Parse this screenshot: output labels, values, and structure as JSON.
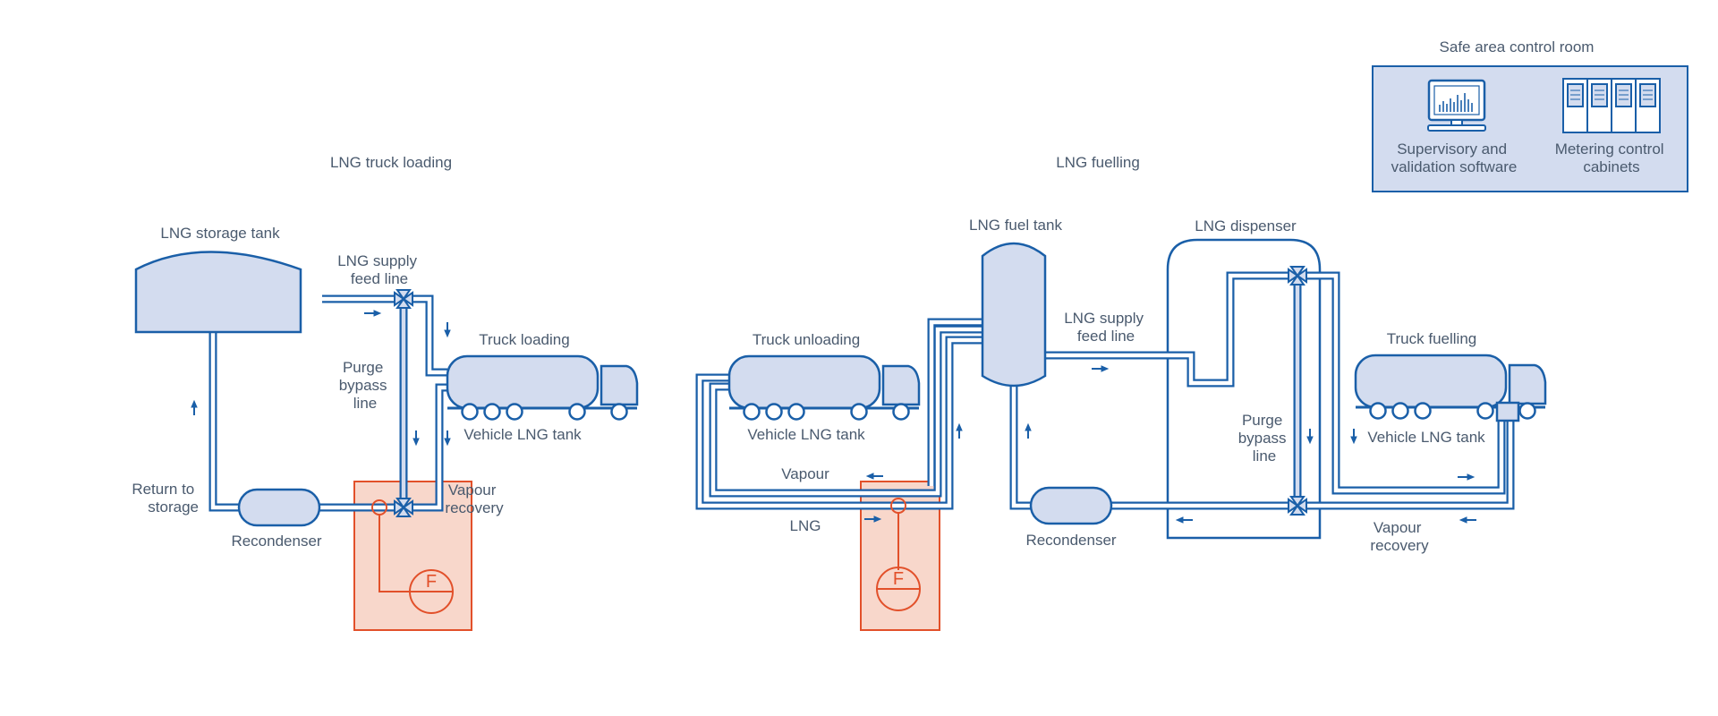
{
  "sections": {
    "truck_loading": "LNG truck loading",
    "fuelling": "LNG fuelling"
  },
  "control_room": {
    "title": "Safe area control room",
    "software_line1": "Supervisory and",
    "software_line2": "validation software",
    "cabinets_line1": "Metering control",
    "cabinets_line2": "cabinets"
  },
  "loading": {
    "storage_tank": "LNG storage tank",
    "supply_line1": "LNG supply",
    "supply_line2": "feed line",
    "truck_loading": "Truck loading",
    "purge_line1": "Purge",
    "purge_line2": "bypass",
    "purge_line3": "line",
    "vehicle_tank": "Vehicle LNG tank",
    "return_line1": "Return to",
    "return_line2": "storage",
    "vapour_line1": "Vapour",
    "vapour_line2": "recovery",
    "recondenser": "Recondenser",
    "meter_symbol": "F"
  },
  "fuelling": {
    "truck_unloading": "Truck unloading",
    "vehicle_tank_unloading": "Vehicle LNG tank",
    "vapour": "Vapour",
    "lng": "LNG",
    "fuel_tank": "LNG fuel tank",
    "supply_line1": "LNG supply",
    "supply_line2": "feed line",
    "dispenser": "LNG dispenser",
    "truck_fuelling": "Truck fuelling",
    "purge_line1": "Purge",
    "purge_line2": "bypass",
    "purge_line3": "line",
    "vehicle_tank_fuelling": "Vehicle LNG tank",
    "recondenser": "Recondenser",
    "vapour_line1": "Vapour",
    "vapour_line2": "recovery",
    "meter_symbol": "F"
  },
  "colors": {
    "pipe": "#1a5fa8",
    "equipment_fill": "#d3dcef",
    "meter": "#e2502a",
    "text": "#4a5a6e"
  }
}
